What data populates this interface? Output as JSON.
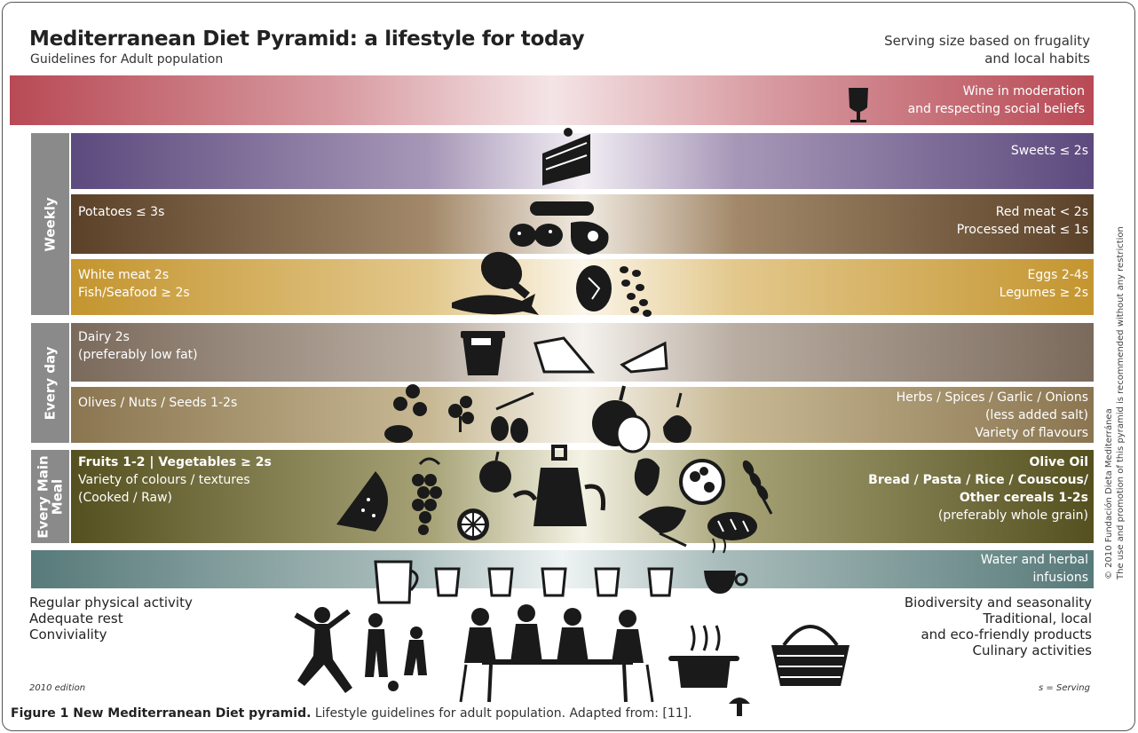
{
  "title": "Mediterranean Diet Pyramid: a lifestyle for today",
  "subtitle": "Guidelines for Adult population",
  "serving_note": [
    "Serving size based on frugality",
    "and local habits"
  ],
  "wine": [
    "Wine in moderation",
    "and respecting social beliefs"
  ],
  "sections": {
    "weekly": "Weekly",
    "every_day": "Every day",
    "every_main_meal": [
      "Every Main",
      "Meal"
    ]
  },
  "sweets": "Sweets ≤ 2s",
  "potatoes": "Potatoes ≤ 3s",
  "red_meat": [
    "Red meat < 2s",
    "Processed meat ≤ 1s"
  ],
  "white_meat": [
    "White meat 2s",
    "Fish/Seafood ≥ 2s"
  ],
  "eggs": [
    "Eggs 2-4s",
    "Legumes ≥ 2s"
  ],
  "dairy": [
    "Dairy 2s",
    "(preferably low fat)"
  ],
  "olives": "Olives / Nuts / Seeds  1-2s",
  "herbs": [
    "Herbs / Spices / Garlic / Onions",
    "(less added salt)",
    "Variety of flavours"
  ],
  "fruits": [
    "Fruits 1-2 | Vegetables ≥ 2s",
    "Variety of colours / textures",
    "(Cooked / Raw)"
  ],
  "olive_oil": [
    "Olive Oil",
    "Bread / Pasta / Rice / Couscous/",
    "Other cereals 1-2s",
    "(preferably whole grain)"
  ],
  "water": [
    "Water and herbal",
    "infusions"
  ],
  "lifestyle_left": [
    "Regular physical activity",
    "Adequate rest",
    "Conviviality"
  ],
  "lifestyle_right": [
    "Biodiversity and seasonality",
    "Traditional, local",
    "and eco-friendly products",
    "Culinary activities"
  ],
  "edition": "2010 edition",
  "serving_key": "s = Serving",
  "copyright": [
    "© 2010 Fundación Dieta Mediterránea",
    "The use and promotion of this pyramid is recommended without any restriction"
  ],
  "caption": {
    "bold": "Figure 1 New Mediterranean Diet pyramid.",
    "text": " Lifestyle guidelines for adult population. Adapted from: [11]."
  },
  "colors": {
    "wine_band": "#b9505a",
    "sweets_band": "#6d5a8a",
    "meat_band": "#6b5235",
    "white_meat_band": "#c79a3e",
    "dairy_band": "#7d6f63",
    "olives_band": "#8d7a55",
    "main_meal_band": "#5b5527",
    "water_band": "#5e7e7e",
    "tab": "#8a8a8a"
  }
}
